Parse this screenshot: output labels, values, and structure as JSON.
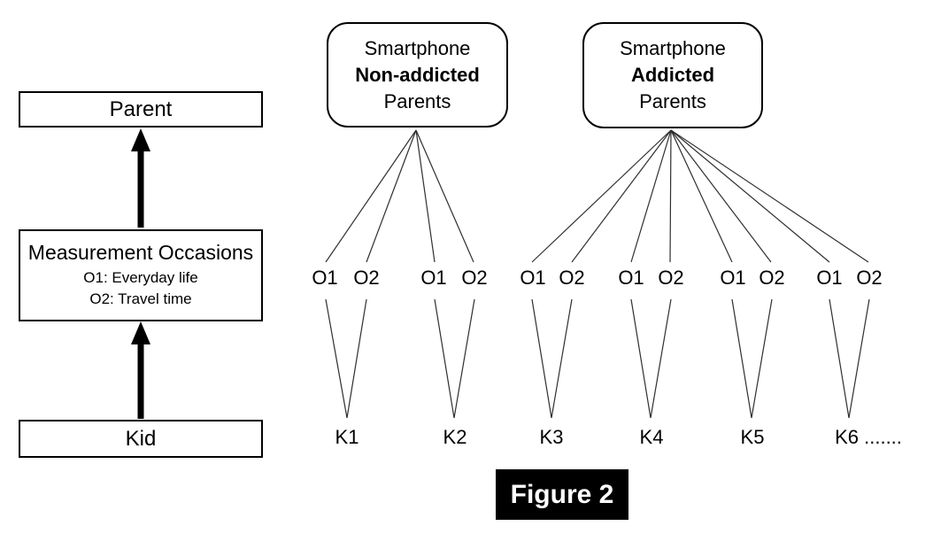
{
  "caption": "Figure 2",
  "left_panel": {
    "parent_label": "Parent",
    "measurement": {
      "title": "Measurement Occasions",
      "occasion1": "O1: Everyday life",
      "occasion2": "O2: Travel time"
    },
    "kid_label": "Kid"
  },
  "groups": {
    "non_addicted": {
      "line1": "Smartphone",
      "line2": "Non-addicted",
      "line3": "Parents"
    },
    "addicted": {
      "line1": "Smartphone",
      "line2": "Addicted",
      "line3": "Parents"
    }
  },
  "occasion_labels": [
    "O1",
    "O2",
    "O1",
    "O2",
    "O1",
    "O2",
    "O1",
    "O2",
    "O1",
    "O2",
    "O1",
    "O2"
  ],
  "kid_labels": [
    "K1",
    "K2",
    "K3",
    "K4",
    "K5",
    "K6 ......."
  ],
  "colors": {
    "border": "#000000",
    "text": "#000000",
    "connector_line": "#2f2f2f",
    "caption_bg": "#000000",
    "caption_text": "#ffffff",
    "background": "#ffffff"
  }
}
